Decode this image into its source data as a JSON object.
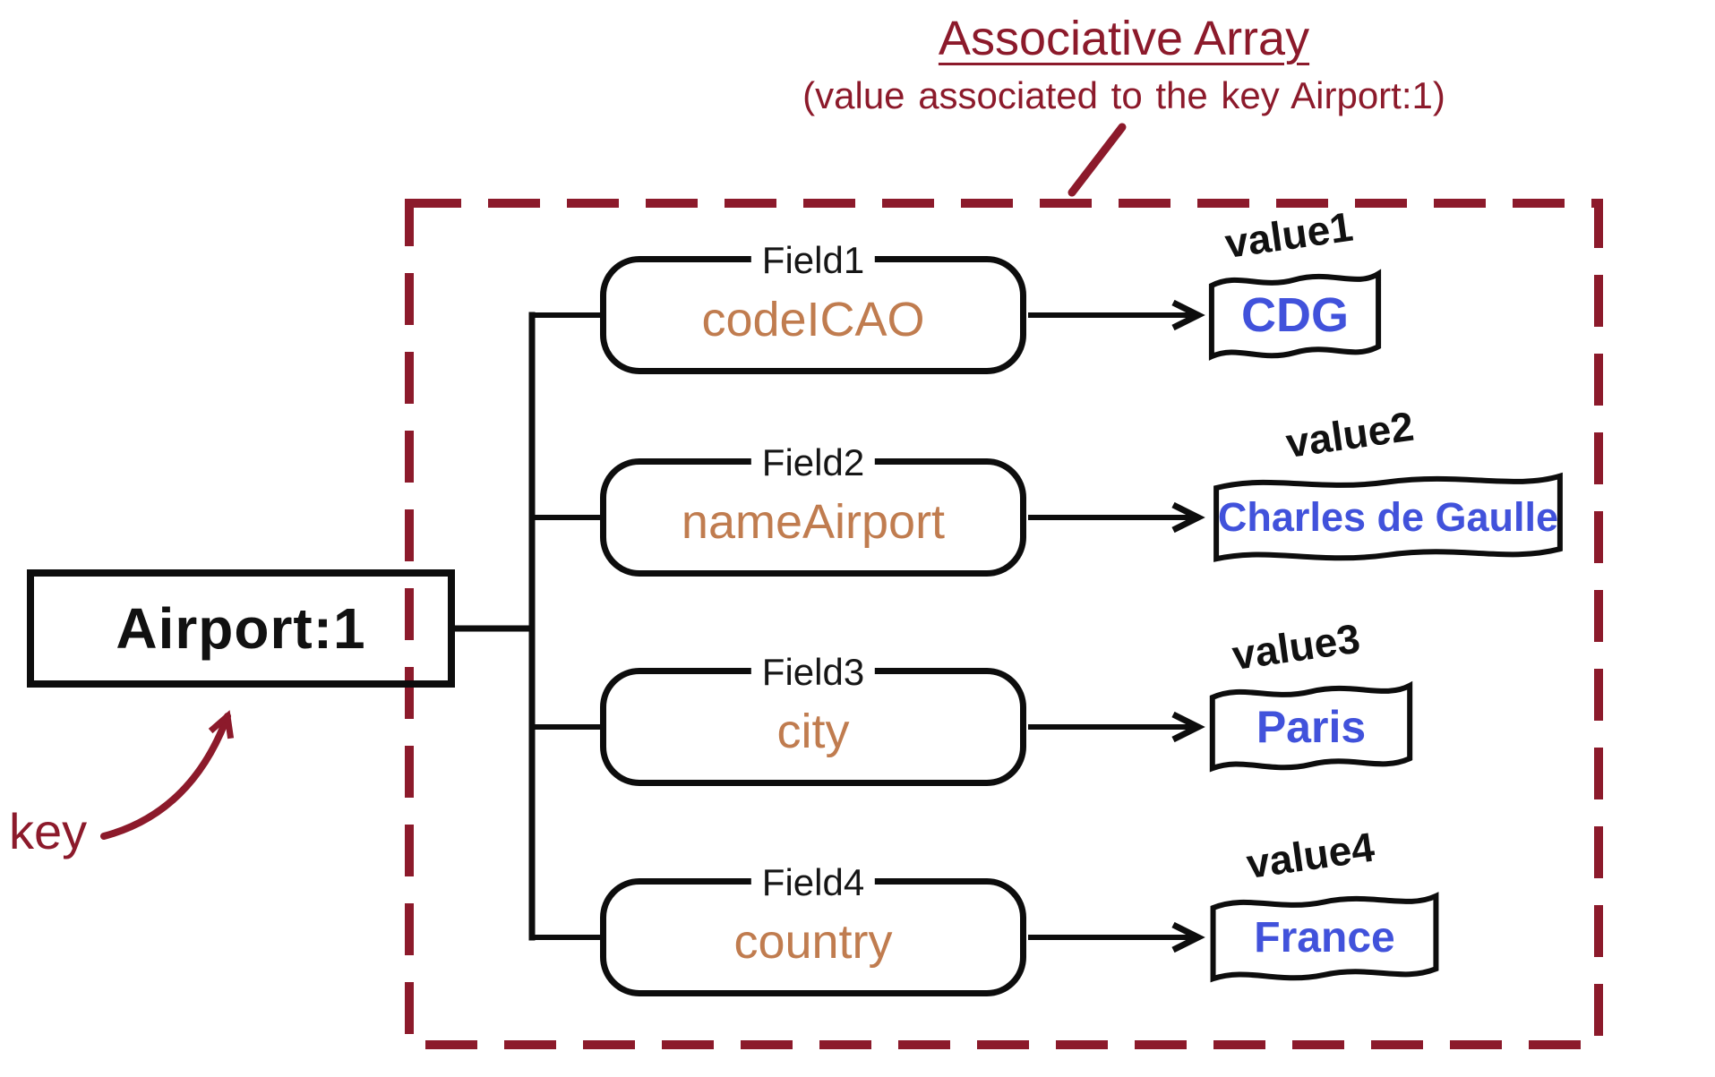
{
  "title": "Associative Array",
  "subtitle": "(value associated to the key Airport:1)",
  "key": {
    "label": "Airport:1",
    "annotation": "key"
  },
  "fields": [
    {
      "label": "Field1",
      "name": "codeICAO",
      "value_label": "value1",
      "value": "CDG"
    },
    {
      "label": "Field2",
      "name": "nameAirport",
      "value_label": "value2",
      "value": "Charles de Gaulle"
    },
    {
      "label": "Field3",
      "name": "city",
      "value_label": "value3",
      "value": "Paris"
    },
    {
      "label": "Field4",
      "name": "country",
      "value_label": "value4",
      "value": "France"
    }
  ],
  "colors": {
    "dark_red": "#8C1A2B",
    "field_orange": "#C07C4F",
    "value_blue": "#4152DB",
    "line_black": "#0d0d0d"
  }
}
